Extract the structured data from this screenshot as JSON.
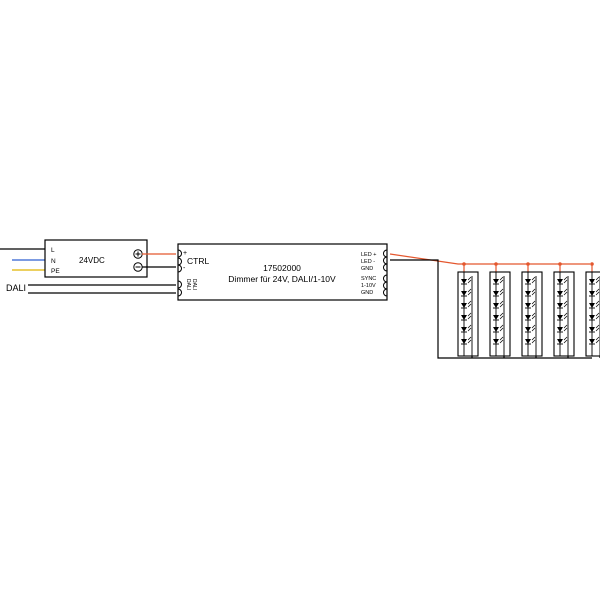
{
  "psu": {
    "label": "24VDC",
    "input_terminals": [
      "L",
      "N",
      "PE"
    ]
  },
  "dimmer": {
    "model": "17502000",
    "description": "Dimmer für 24V, DALI/1-10V",
    "ctrl_label": "CTRL",
    "plus_mark": "+",
    "minus_mark": "-",
    "dali_vertical": "DALI",
    "dali_vertical2": "DALI",
    "output_terminals": [
      "LED +",
      "LED -",
      "GND"
    ],
    "signal_terminals": [
      "SYNC",
      "1-10V",
      "GND"
    ]
  },
  "dali_label": "DALI",
  "led_strip_count": 5,
  "colors": {
    "positive_wire": "#e4572e",
    "neutral_wire": "#2f5fd0",
    "earth_wire": "#e0b400",
    "wire": "#000000"
  }
}
